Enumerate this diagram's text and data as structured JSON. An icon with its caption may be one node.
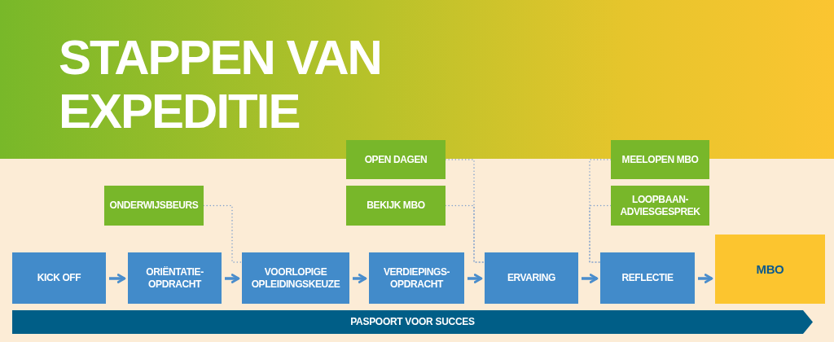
{
  "diagram": {
    "title": "STAPPEN VAN EXPEDITIE",
    "nodes": [
      {
        "text": [
          "KICK OFF"
        ]
      },
      {
        "text": [
          "ORIËNTATIE- OPDRACHT"
        ]
      },
      {
        "text": [
          "VOORLOPIGE OPLEIDINGSKEUZE"
        ]
      },
      {
        "text": [
          "VERDIEPINGS- OPDRACHT"
        ]
      },
      {
        "text": [
          "ERVARING"
        ]
      },
      {
        "text": [
          "REFLECTIE"
        ]
      },
      {
        "text": [
          "MBO"
        ]
      },
      {
        "text": [
          "ONDERWIJSBEURS"
        ]
      },
      {
        "text": [
          "OPEN DAGEN"
        ]
      },
      {
        "text": [
          "BEKIJK MBO"
        ]
      },
      {
        "text": [
          "MEELOPEN MBO"
        ]
      },
      {
        "text": [
          "LOOPBAAN- ADVIESGESPREK"
        ]
      },
      {
        "text": [
          "PASPOORT VOOR SUCCES"
        ]
      }
    ],
    "edges": [
      {
        "from": 0,
        "to": 1,
        "arrow": "to"
      },
      {
        "from": 1,
        "to": 2,
        "arrow": "to"
      },
      {
        "from": 2,
        "to": 3,
        "arrow": "to"
      },
      {
        "from": 3,
        "to": 4,
        "arrow": "to"
      },
      {
        "from": 4,
        "to": 5,
        "arrow": "to"
      },
      {
        "from": 5,
        "to": 6,
        "arrow": "to"
      },
      {
        "from": 7,
        "to": 2,
        "arrow": "none",
        "style": "dashed"
      },
      {
        "from": 8,
        "to": 4,
        "arrow": "none",
        "style": "dashed"
      },
      {
        "from": 9,
        "to": 4,
        "arrow": "none",
        "style": "dashed"
      },
      {
        "from": 10,
        "to": 5,
        "arrow": "none",
        "style": "dashed"
      },
      {
        "from": 11,
        "to": 5,
        "arrow": "none",
        "style": "dashed"
      }
    ]
  }
}
